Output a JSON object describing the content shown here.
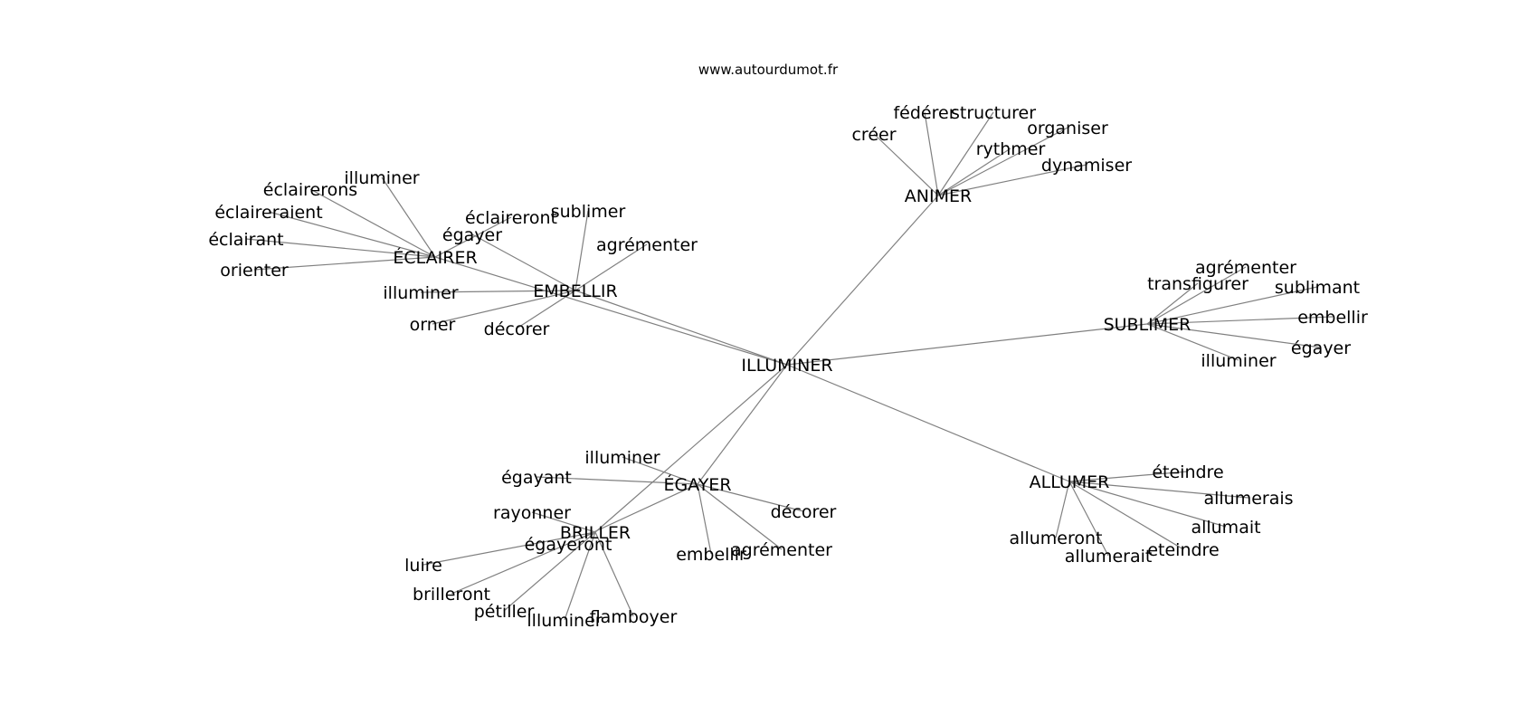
{
  "site": "www.autourdumot.fr",
  "graph": {
    "nodes": [
      {
        "id": "n_illuminer",
        "label": "ILLUMINER"
      },
      {
        "id": "n_animer",
        "label": "ANIMER"
      },
      {
        "id": "n_eclairer",
        "label": "ÉCLAIRER"
      },
      {
        "id": "n_embellir",
        "label": "EMBELLIR"
      },
      {
        "id": "n_sublimer",
        "label": "SUBLIMER"
      },
      {
        "id": "n_allumer",
        "label": "ALLUMER"
      },
      {
        "id": "n_egayer",
        "label": "ÉGAYER"
      },
      {
        "id": "n_briller",
        "label": "BRILLER"
      },
      {
        "id": "a_creer",
        "label": "créer"
      },
      {
        "id": "a_federer",
        "label": "fédérer"
      },
      {
        "id": "a_structurer",
        "label": "structurer"
      },
      {
        "id": "a_organiser",
        "label": "organiser"
      },
      {
        "id": "a_rythmer",
        "label": "rythmer"
      },
      {
        "id": "a_dynamiser",
        "label": "dynamiser"
      },
      {
        "id": "c_illuminer",
        "label": "illuminer"
      },
      {
        "id": "c_eclairerons",
        "label": "éclairerons"
      },
      {
        "id": "c_eclaireraient",
        "label": "éclaireraient"
      },
      {
        "id": "c_eclairant",
        "label": "éclairant"
      },
      {
        "id": "c_orienter",
        "label": "orienter"
      },
      {
        "id": "c_eclaireront",
        "label": "éclaireront"
      },
      {
        "id": "m_egayer",
        "label": "égayer"
      },
      {
        "id": "m_sublimer",
        "label": "sublimer"
      },
      {
        "id": "m_agrementer",
        "label": "agrémenter"
      },
      {
        "id": "m_illuminer",
        "label": "illuminer"
      },
      {
        "id": "m_orner",
        "label": "orner"
      },
      {
        "id": "m_decorer",
        "label": "décorer"
      },
      {
        "id": "s_agrementer",
        "label": "agrémenter"
      },
      {
        "id": "s_transfigurer",
        "label": "transfigurer"
      },
      {
        "id": "s_sublimant",
        "label": "sublimant"
      },
      {
        "id": "s_embellir",
        "label": "embellir"
      },
      {
        "id": "s_egayer",
        "label": "égayer"
      },
      {
        "id": "s_illuminer",
        "label": "illuminer"
      },
      {
        "id": "l_eteindre1",
        "label": "éteindre"
      },
      {
        "id": "l_allumerais",
        "label": "allumerais"
      },
      {
        "id": "l_allumait",
        "label": "allumait"
      },
      {
        "id": "l_eteindre2",
        "label": "eteindre"
      },
      {
        "id": "l_allumerait",
        "label": "allumerait"
      },
      {
        "id": "l_allumeront",
        "label": "allumeront"
      },
      {
        "id": "g_illuminer",
        "label": "illuminer"
      },
      {
        "id": "g_egayant",
        "label": "égayant"
      },
      {
        "id": "g_decorer",
        "label": "décorer"
      },
      {
        "id": "g_agrementer",
        "label": "agrémenter"
      },
      {
        "id": "g_embellir",
        "label": "embellir"
      },
      {
        "id": "g_egayeront",
        "label": "égayeront"
      },
      {
        "id": "b_rayonner",
        "label": "rayonner"
      },
      {
        "id": "b_luire",
        "label": "luire"
      },
      {
        "id": "b_brilleront",
        "label": "brilleront"
      },
      {
        "id": "b_petiller",
        "label": "pétiller"
      },
      {
        "id": "b_illuminer",
        "label": "illuminer"
      },
      {
        "id": "b_flamboyer",
        "label": "flamboyer"
      }
    ],
    "edges": [
      [
        "n_illuminer",
        "n_animer"
      ],
      [
        "n_illuminer",
        "n_eclairer"
      ],
      [
        "n_illuminer",
        "n_embellir"
      ],
      [
        "n_illuminer",
        "n_sublimer"
      ],
      [
        "n_illuminer",
        "n_allumer"
      ],
      [
        "n_illuminer",
        "n_egayer"
      ],
      [
        "n_illuminer",
        "n_briller"
      ],
      [
        "n_animer",
        "a_creer"
      ],
      [
        "n_animer",
        "a_federer"
      ],
      [
        "n_animer",
        "a_structurer"
      ],
      [
        "n_animer",
        "a_organiser"
      ],
      [
        "n_animer",
        "a_rythmer"
      ],
      [
        "n_animer",
        "a_dynamiser"
      ],
      [
        "n_eclairer",
        "c_illuminer"
      ],
      [
        "n_eclairer",
        "c_eclairerons"
      ],
      [
        "n_eclairer",
        "c_eclaireraient"
      ],
      [
        "n_eclairer",
        "c_eclairant"
      ],
      [
        "n_eclairer",
        "c_orienter"
      ],
      [
        "n_eclairer",
        "c_eclaireront"
      ],
      [
        "n_embellir",
        "m_egayer"
      ],
      [
        "n_embellir",
        "m_sublimer"
      ],
      [
        "n_embellir",
        "m_agrementer"
      ],
      [
        "n_embellir",
        "m_illuminer"
      ],
      [
        "n_embellir",
        "m_orner"
      ],
      [
        "n_embellir",
        "m_decorer"
      ],
      [
        "n_sublimer",
        "s_agrementer"
      ],
      [
        "n_sublimer",
        "s_transfigurer"
      ],
      [
        "n_sublimer",
        "s_sublimant"
      ],
      [
        "n_sublimer",
        "s_embellir"
      ],
      [
        "n_sublimer",
        "s_egayer"
      ],
      [
        "n_sublimer",
        "s_illuminer"
      ],
      [
        "n_allumer",
        "l_eteindre1"
      ],
      [
        "n_allumer",
        "l_allumerais"
      ],
      [
        "n_allumer",
        "l_allumait"
      ],
      [
        "n_allumer",
        "l_eteindre2"
      ],
      [
        "n_allumer",
        "l_allumerait"
      ],
      [
        "n_allumer",
        "l_allumeront"
      ],
      [
        "n_egayer",
        "g_illuminer"
      ],
      [
        "n_egayer",
        "g_egayant"
      ],
      [
        "n_egayer",
        "g_decorer"
      ],
      [
        "n_egayer",
        "g_agrementer"
      ],
      [
        "n_egayer",
        "g_embellir"
      ],
      [
        "n_egayer",
        "g_egayeront"
      ],
      [
        "n_briller",
        "b_rayonner"
      ],
      [
        "n_briller",
        "b_luire"
      ],
      [
        "n_briller",
        "b_brilleront"
      ],
      [
        "n_briller",
        "b_petiller"
      ],
      [
        "n_briller",
        "b_illuminer"
      ],
      [
        "n_briller",
        "b_flamboyer"
      ]
    ]
  },
  "colors": {
    "edge": "#808080",
    "text": "#000000",
    "background": "#ffffff"
  }
}
